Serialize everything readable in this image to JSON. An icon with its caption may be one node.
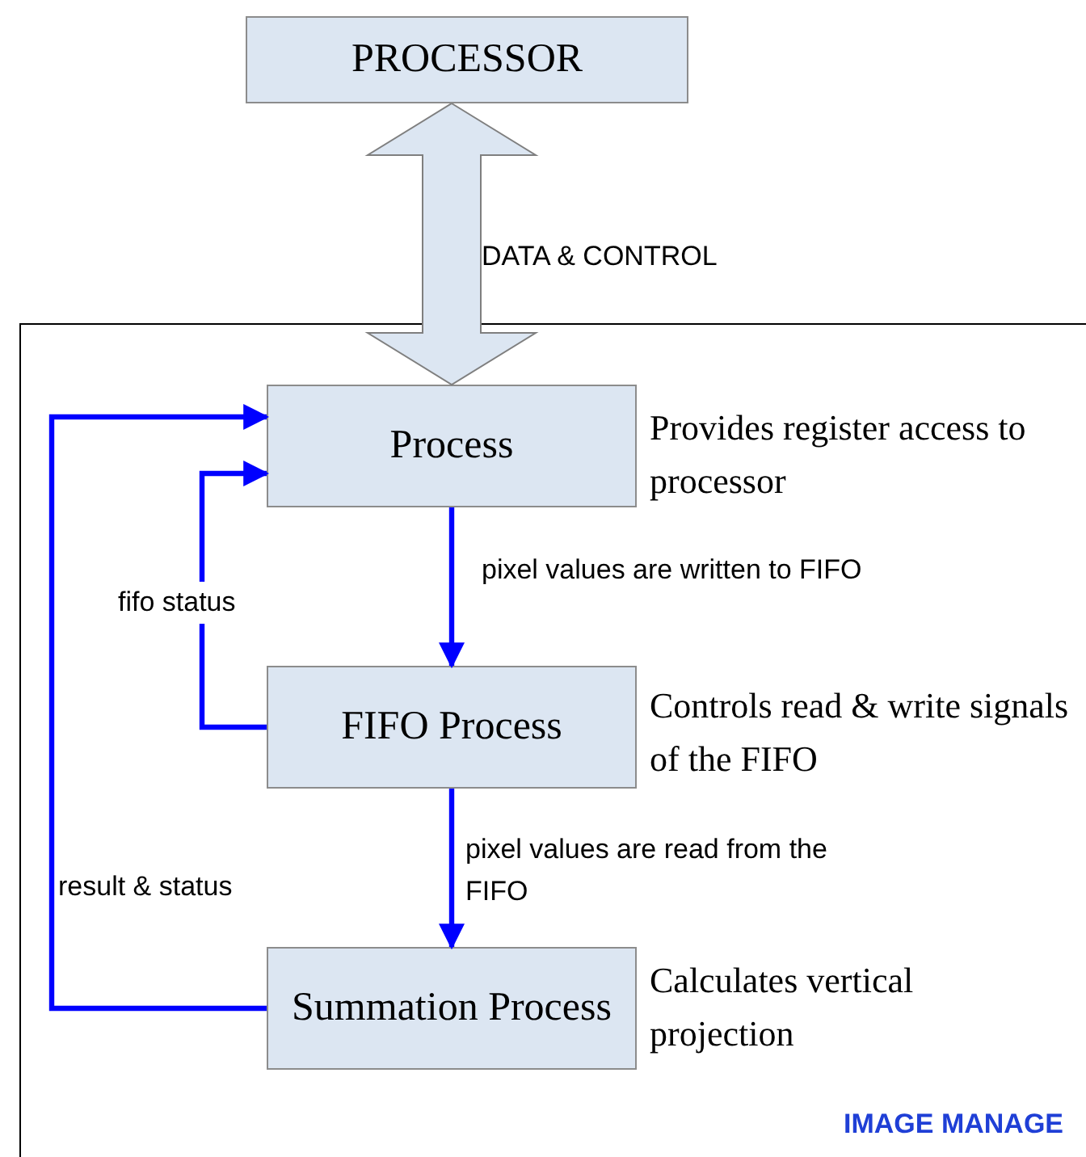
{
  "diagram": {
    "nodes": [
      {
        "text": [
          "PROCESSOR"
        ]
      },
      {
        "text": [
          "IMAGE MANAGE"
        ]
      },
      {
        "text": [
          "Process"
        ],
        "in": 1,
        "beside": [
          "Provides register access to processor"
        ]
      },
      {
        "text": [
          "FIFO Process"
        ],
        "in": 1,
        "beside": [
          "Controls read & write signals of the FIFO"
        ]
      },
      {
        "text": [
          "Summation Process"
        ],
        "in": 1,
        "beside": [
          "Calculates vertical projection"
        ]
      }
    ],
    "edges": [
      {
        "from": 0,
        "to": 2,
        "arrow": "both",
        "label": "DATA & CONTROL",
        "style": "thick",
        "color": "#dce6f2"
      },
      {
        "from": 2,
        "to": 3,
        "arrow": "to",
        "label": "pixel values are written to FIFO"
      },
      {
        "from": 3,
        "to": 2,
        "arrow": "to",
        "label": "fifo status"
      },
      {
        "from": 3,
        "to": 4,
        "arrow": "to",
        "label": "pixel values are read from the FIFO"
      },
      {
        "from": 4,
        "to": 2,
        "arrow": "to",
        "label": "result & status"
      }
    ]
  }
}
